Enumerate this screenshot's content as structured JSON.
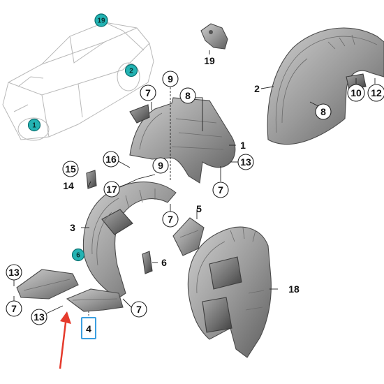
{
  "callouts": {
    "c1": "1",
    "c2": "2",
    "c3": "3",
    "c4": "4",
    "c5": "5",
    "c6": "6",
    "c7a": "7",
    "c7b": "7",
    "c7c": "7",
    "c7d": "7",
    "c7e": "7",
    "c8a": "8",
    "c8b": "8",
    "c9a": "9",
    "c9b": "9",
    "c10": "10",
    "c12": "12",
    "c13a": "13",
    "c13b": "13",
    "c13c": "13",
    "c14": "14",
    "c15": "15",
    "c16": "16",
    "c17": "17",
    "c18": "18",
    "c19": "19"
  },
  "car_markers": {
    "m1": "1",
    "m2": "2",
    "m6": "6",
    "m19": "19"
  },
  "highlighted_part": "4",
  "colors": {
    "marker": "#23b3b3",
    "highlight": "#3b9fe0",
    "arrow": "#e53a2c"
  }
}
